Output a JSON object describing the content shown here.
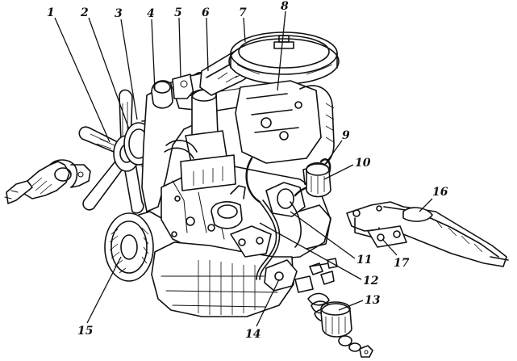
{
  "callouts": [
    {
      "id": "1",
      "label": "1"
    },
    {
      "id": "2",
      "label": "2"
    },
    {
      "id": "3",
      "label": "3"
    },
    {
      "id": "4",
      "label": "4"
    },
    {
      "id": "5",
      "label": "5"
    },
    {
      "id": "6",
      "label": "6"
    },
    {
      "id": "7",
      "label": "7"
    },
    {
      "id": "8",
      "label": "8"
    },
    {
      "id": "9",
      "label": "9"
    },
    {
      "id": "10",
      "label": "10"
    },
    {
      "id": "11",
      "label": "11"
    },
    {
      "id": "12",
      "label": "12"
    },
    {
      "id": "13",
      "label": "13"
    },
    {
      "id": "14",
      "label": "14"
    },
    {
      "id": "15",
      "label": "15"
    },
    {
      "id": "16",
      "label": "16"
    },
    {
      "id": "17",
      "label": "17"
    }
  ],
  "colors": {
    "ink": "#111111",
    "paper": "#ffffff"
  }
}
